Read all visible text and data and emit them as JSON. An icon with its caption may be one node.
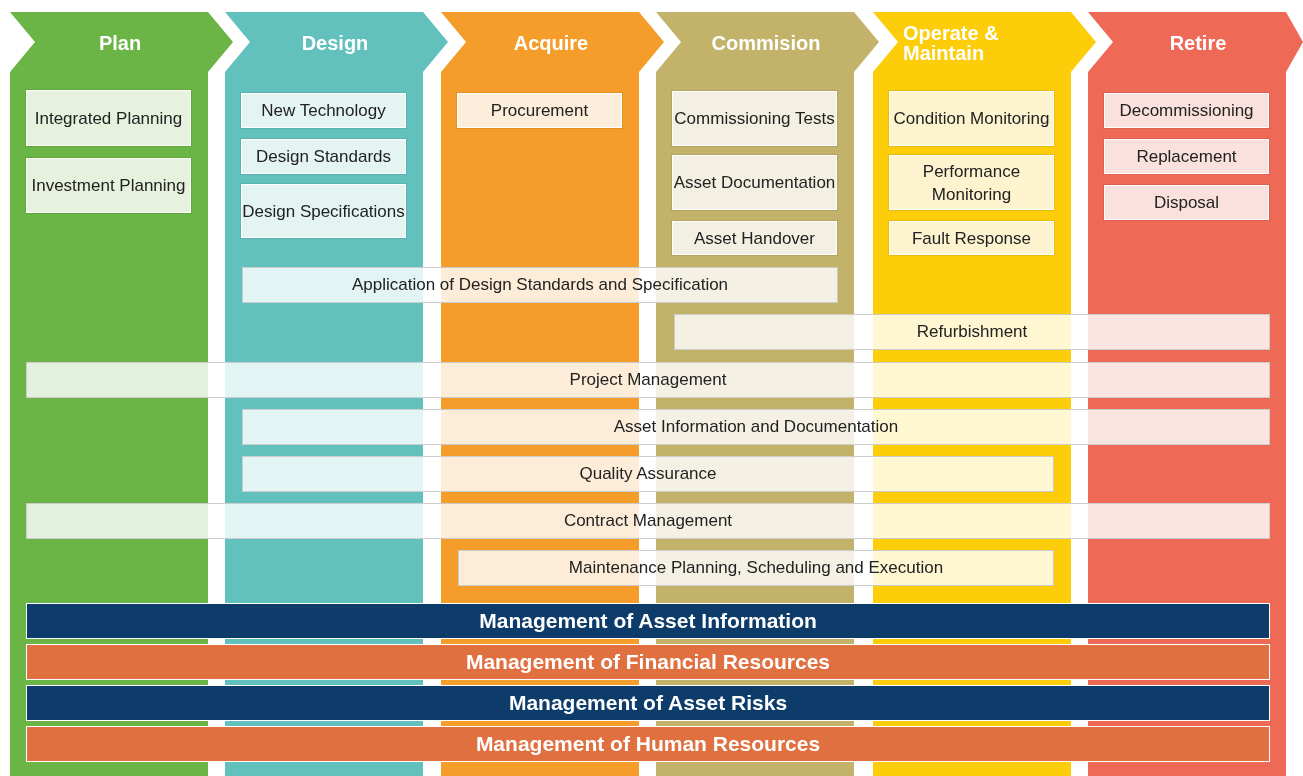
{
  "diagram": {
    "nodes": [
      {
        "text": [
          "Plan"
        ]
      },
      {
        "text": [
          "Integrated Planning"
        ],
        "in": 0
      },
      {
        "text": [
          "Investment Planning"
        ],
        "in": 0
      },
      {
        "text": [
          "Design"
        ]
      },
      {
        "text": [
          "New Technology"
        ],
        "in": 3
      },
      {
        "text": [
          "Design Standards"
        ],
        "in": 3
      },
      {
        "text": [
          "Design Specifications"
        ],
        "in": 3
      },
      {
        "text": [
          "Acquire"
        ]
      },
      {
        "text": [
          "Procurement"
        ],
        "in": 7
      },
      {
        "text": [
          "Commision"
        ]
      },
      {
        "text": [
          "Commissioning Tests"
        ],
        "in": 9
      },
      {
        "text": [
          "Asset Documentation"
        ],
        "in": 9
      },
      {
        "text": [
          "Asset Handover"
        ],
        "in": 9
      },
      {
        "text": [
          "Operate & Maintain"
        ]
      },
      {
        "text": [
          "Condition Monitoring"
        ],
        "in": 13
      },
      {
        "text": [
          "Performance Monitoring"
        ],
        "in": 13
      },
      {
        "text": [
          "Fault Response"
        ],
        "in": 13
      },
      {
        "text": [
          "Retire"
        ]
      },
      {
        "text": [
          "Decommissioning"
        ],
        "in": 17
      },
      {
        "text": [
          "Replacement"
        ],
        "in": 17
      },
      {
        "text": [
          "Disposal"
        ],
        "in": 17
      },
      {
        "text": [
          "Application of Design Standards and Specification"
        ]
      },
      {
        "text": [
          "Refurbishment"
        ]
      },
      {
        "text": [
          "Project Management"
        ]
      },
      {
        "text": [
          "Asset Information and Documentation"
        ]
      },
      {
        "text": [
          "Quality Assurance"
        ]
      },
      {
        "text": [
          "Contract Management"
        ]
      },
      {
        "text": [
          "Maintenance Planning, Scheduling and Execution"
        ]
      },
      {
        "text": [
          "Management of Asset Information"
        ]
      },
      {
        "text": [
          "Management of Financial Resources"
        ]
      },
      {
        "text": [
          "Management of Asset Risks"
        ]
      },
      {
        "text": [
          "Management of Human Resources"
        ]
      }
    ]
  }
}
